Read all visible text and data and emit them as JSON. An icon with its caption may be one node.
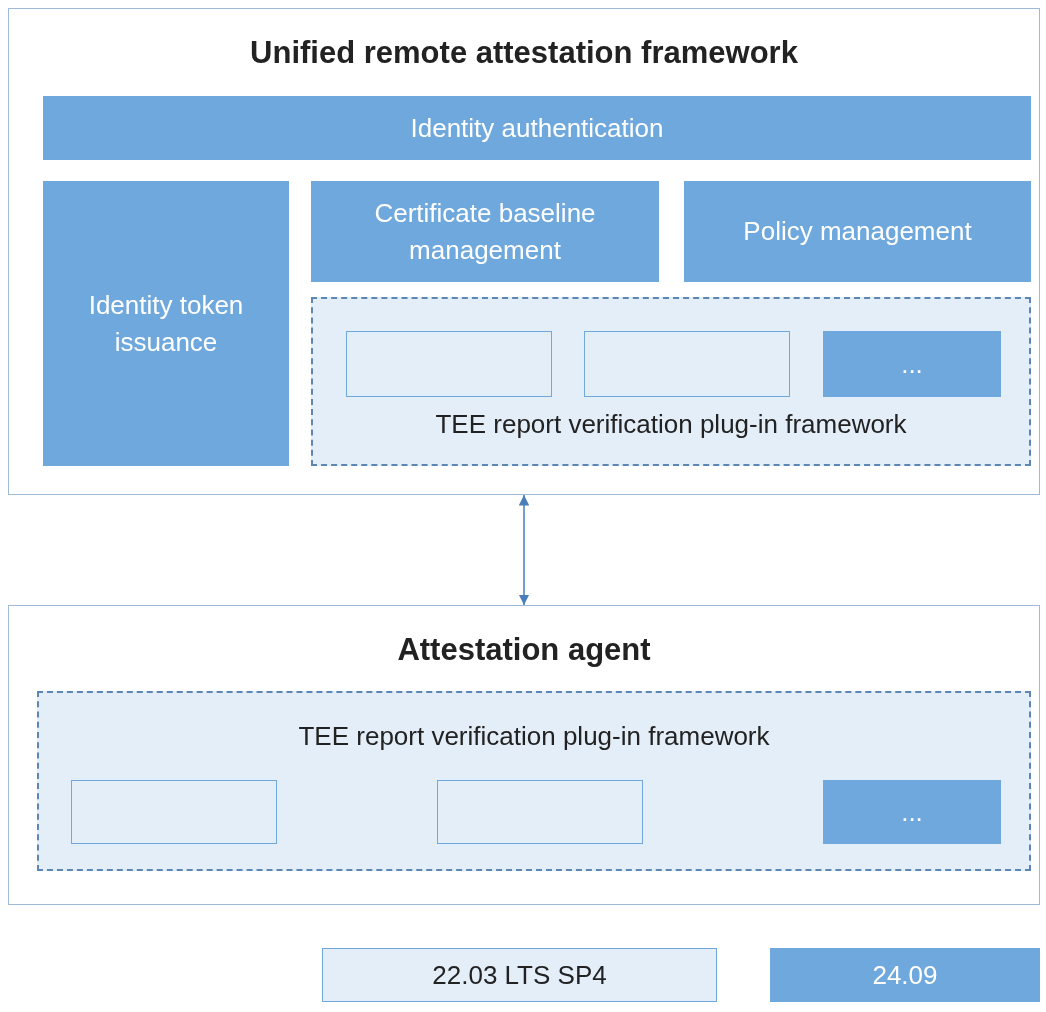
{
  "diagram": {
    "nodes": [
      {
        "text": [
          "Unified remote attestation framework"
        ]
      },
      {
        "text": [
          "Identity authentication"
        ],
        "in": 0
      },
      {
        "text": [
          "Identity token issuance"
        ],
        "in": 0
      },
      {
        "text": [
          "Certificate baseline management"
        ],
        "in": 0
      },
      {
        "text": [
          "Policy management"
        ],
        "in": 0
      },
      {
        "text": [
          "TEE report verification plug-in framework"
        ],
        "in": 0
      },
      {
        "text": [],
        "shape": "box",
        "in": 5
      },
      {
        "text": [],
        "shape": "box",
        "in": 5
      },
      {
        "text": [
          "..."
        ],
        "in": 5
      },
      {
        "text": [
          "Attestation agent"
        ]
      },
      {
        "text": [
          "TEE report verification plug-in framework"
        ],
        "in": 9
      },
      {
        "text": [],
        "shape": "box",
        "in": 10
      },
      {
        "text": [],
        "shape": "box",
        "in": 10
      },
      {
        "text": [
          "..."
        ],
        "in": 10
      }
    ],
    "edges": [
      {
        "from": 0,
        "to": 9,
        "arrow": "both"
      }
    ],
    "legend": [
      {
        "text": "22.03 LTS SP4",
        "color": "#e3eef9"
      },
      {
        "text": "24.09",
        "color": "#6fa8dc"
      }
    ]
  }
}
